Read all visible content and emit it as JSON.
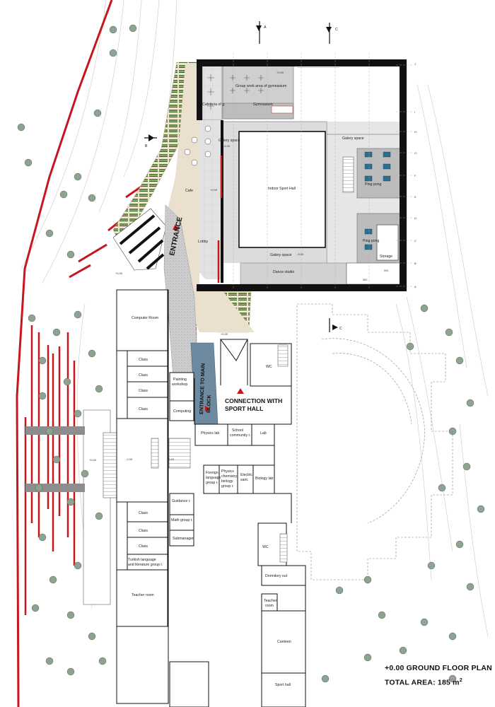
{
  "caption": {
    "line1": "+0.00 GROUND FLOOR PLAN",
    "line2_prefix": "TOTAL AREA: 185 m",
    "line2_sup": "2"
  },
  "callouts": {
    "entrance": "ENTRANCE",
    "entrance_main_block_1": "ENTRANCE TO MAIN",
    "entrance_main_block_2": "BLOCK",
    "connection_1": "CONNECTION WITH",
    "connection_2": "SPORT HALL"
  },
  "sections": {
    "a": "A",
    "b": "B",
    "c": "C"
  },
  "grid": {
    "rows": [
      "J",
      "I",
      "H",
      "G",
      "F",
      "E",
      "D",
      "C",
      "B",
      "A"
    ]
  },
  "levels": {
    "group_work": "+0.00",
    "gallery_left": "-5.00",
    "cafe": "+0.00",
    "gallery_bottom": "-5.00",
    "entrance_lower": "+0.00",
    "outdoor": "+0.00",
    "corridor": "-2.00",
    "stair": "-0.00",
    "west": "+0.00"
  },
  "rooms": {
    "group_work": "Group work area of gymnasium",
    "cafeteria": "Cafeteria of g.",
    "gymnasium": "Gymnasium",
    "galery_left": "Galery space",
    "galery_right": "Galery space",
    "galery_bottom": "Galery space",
    "indoor_sport_hall": "Indoor Sport Hall",
    "ping_pong_1": "Ping pong",
    "ping_pong_2": "Ping pong",
    "storage": "Storage",
    "cafe": "Cafe",
    "lobby": "Lobby",
    "dance_studio": "Dance studio",
    "wc_sport": "WC",
    "wc_small": "WC",
    "computer_room": "Computer Room",
    "class_1": "Class",
    "class_2": "Class",
    "class_3": "Class",
    "class_4": "Class",
    "class_5": "Class",
    "class_6": "Class",
    "class_7": "Class",
    "painting_1": "Painting",
    "painting_2": "workshop",
    "computing": "Computing",
    "wc_main": "WC",
    "physics_lab": "Physics lab",
    "school_community_1": "School",
    "school_community_2": "community r.",
    "lab": "Lab",
    "foreign_1": "Foreign",
    "foreign_2": "language",
    "foreign_3": "group r.",
    "physics_chem_1": "Physics",
    "physics_chem_2": "chemistry",
    "physics_chem_3": "biology",
    "physics_chem_4": "group r.",
    "electric_1": "Electric",
    "electric_2": "sant.",
    "biology_lab": "Biology lab",
    "guidance": "Guidance r.",
    "math_group": "Math group r.",
    "submanager": "Submanager",
    "turkish_1": "Turkish language",
    "turkish_2": "and literature group r.",
    "wc_lower": "WC",
    "dormitory": "Dormitory out",
    "teacher_room": "Teacher room",
    "teacher_small_1": "Teacher",
    "teacher_small_2": "room",
    "canteen": "Canteen",
    "sport_hall": "Sport hall"
  }
}
